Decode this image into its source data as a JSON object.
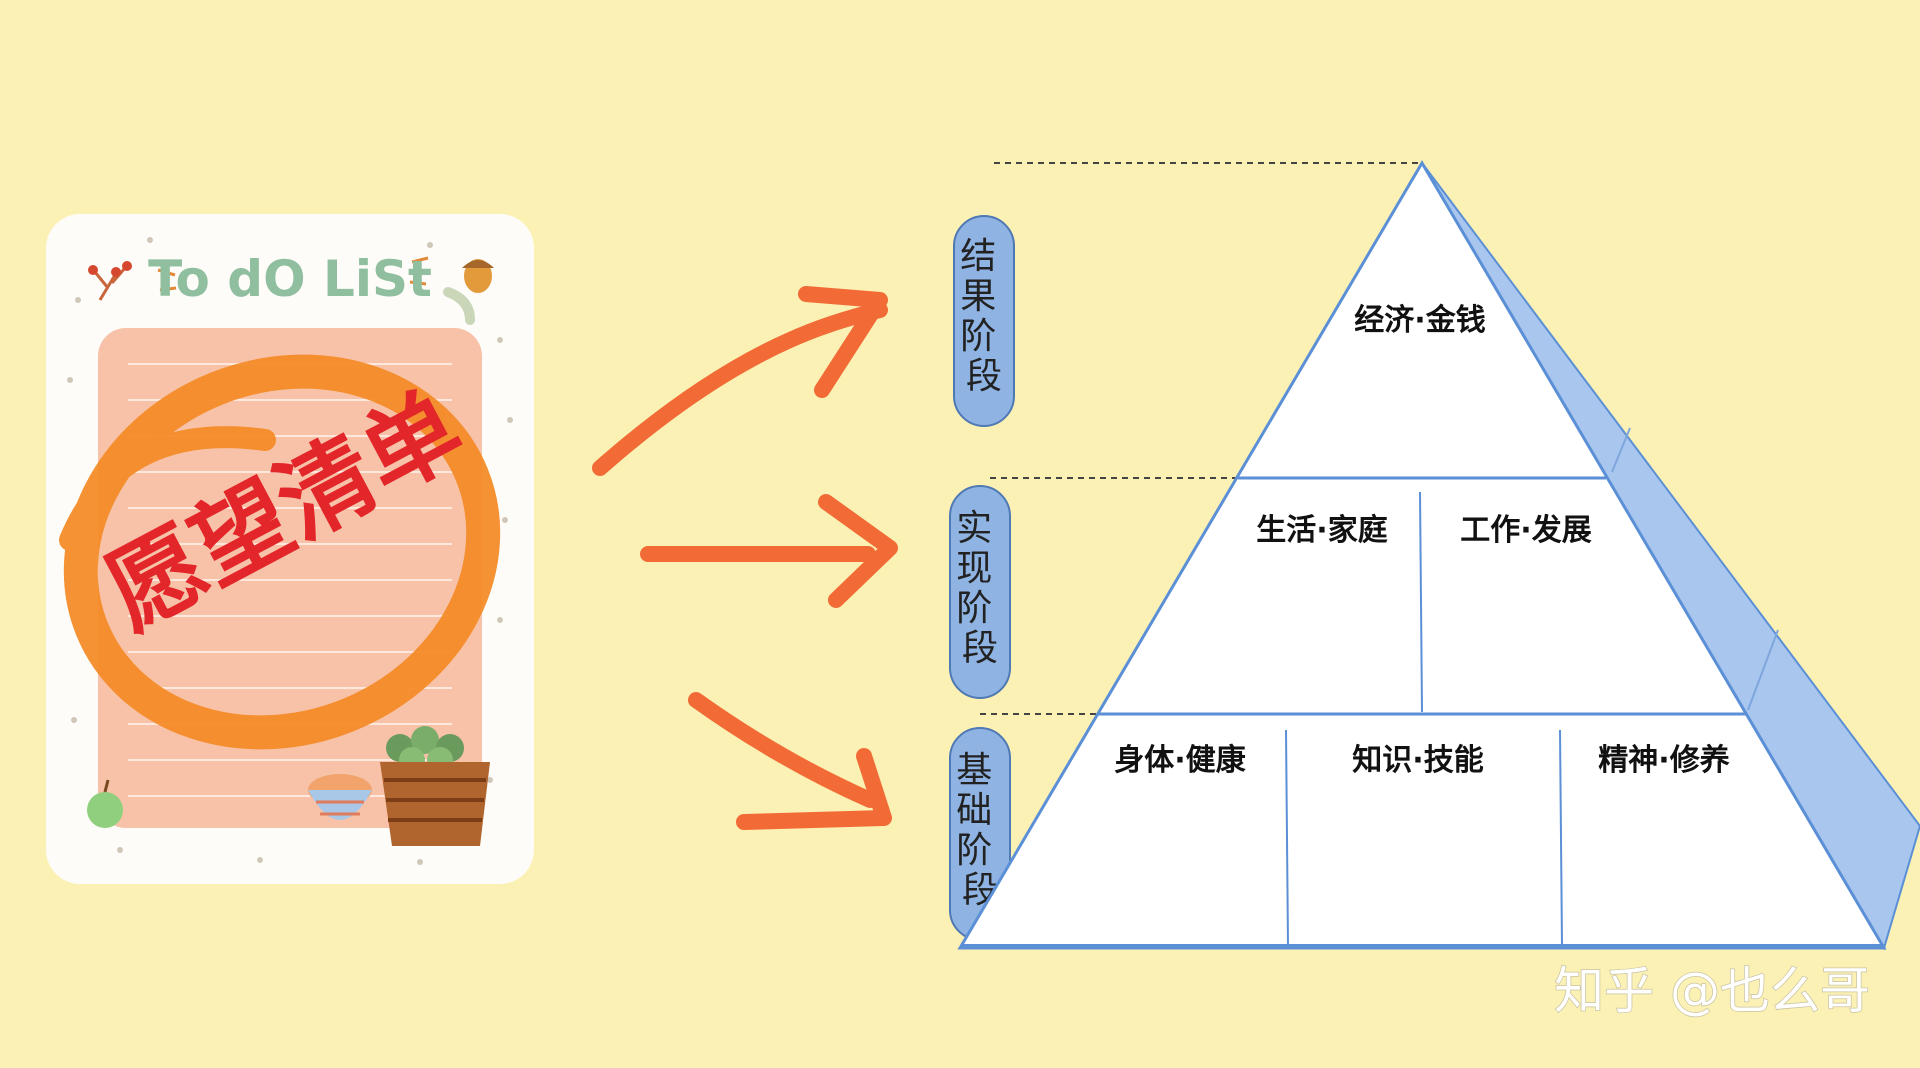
{
  "card": {
    "title": "To dO LiSt",
    "wish_text": "愿望清单"
  },
  "stages": [
    {
      "label": "结果阶段"
    },
    {
      "label": "实现阶段"
    },
    {
      "label": "基础阶段"
    }
  ],
  "pyramid": {
    "top": [
      "经济·金钱"
    ],
    "middle": [
      "生活·家庭",
      "工作·发展"
    ],
    "bottom": [
      "身体·健康",
      "知识·技能",
      "精神·修养"
    ]
  },
  "watermark": "知乎 @也么哥",
  "colors": {
    "background": "#fcf1b4",
    "arrow": "#f26b36",
    "pill": "#8fb4e3",
    "pyramid_side": "#a8c6ee",
    "pyramid_line": "#5b8fd6",
    "wish_red": "#e3262a",
    "circle_orange": "#f48a24"
  }
}
